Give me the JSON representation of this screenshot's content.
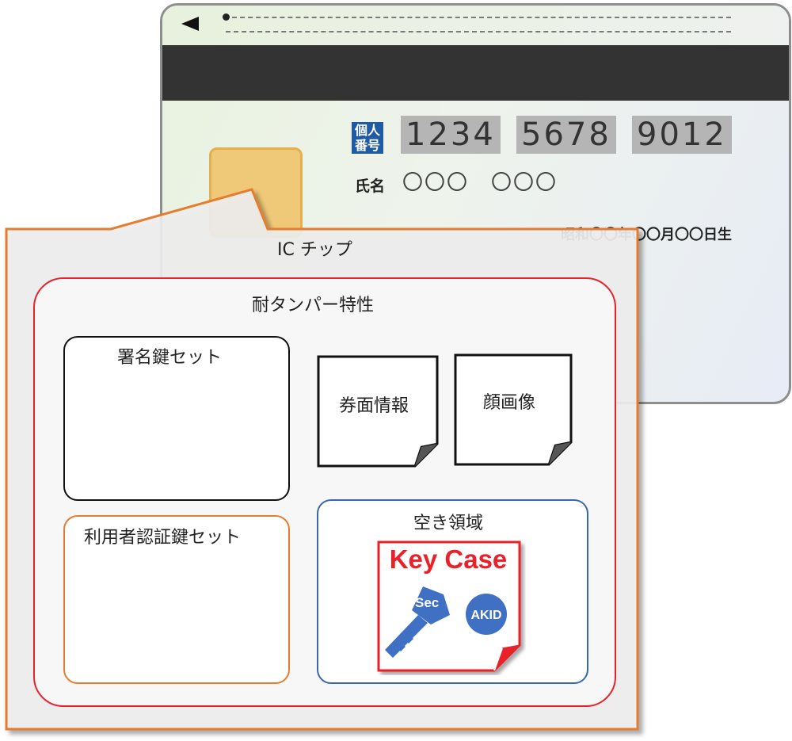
{
  "card": {
    "number_groups": [
      "1234",
      "5678",
      "9012"
    ],
    "kojin_badge": [
      "個人",
      "番号"
    ],
    "name_label": "氏名",
    "name_value": "〇〇〇　〇〇〇",
    "birth": "昭和〇〇年〇〇月〇〇日生"
  },
  "callout": {
    "title": "IC チップ",
    "tamper_label": "耐タンパー特性",
    "signing_key_label": "署名鍵セット",
    "user_auth_key_label": "利用者認証鍵セット",
    "face_info_label": "券面情報",
    "face_image_label": "顔画像",
    "free_area_label": "空き領域"
  },
  "keycase": {
    "title": "Key Case",
    "key_label": "Sec",
    "badge_label": "AKID"
  },
  "colors": {
    "callout_border": "#e57c2e",
    "tamper_border": "#e8212b",
    "free_border": "#3a66b0",
    "keycase_red": "#e8212b",
    "key_blue": "#3f70c4",
    "chip_gold": "#f0c978"
  }
}
